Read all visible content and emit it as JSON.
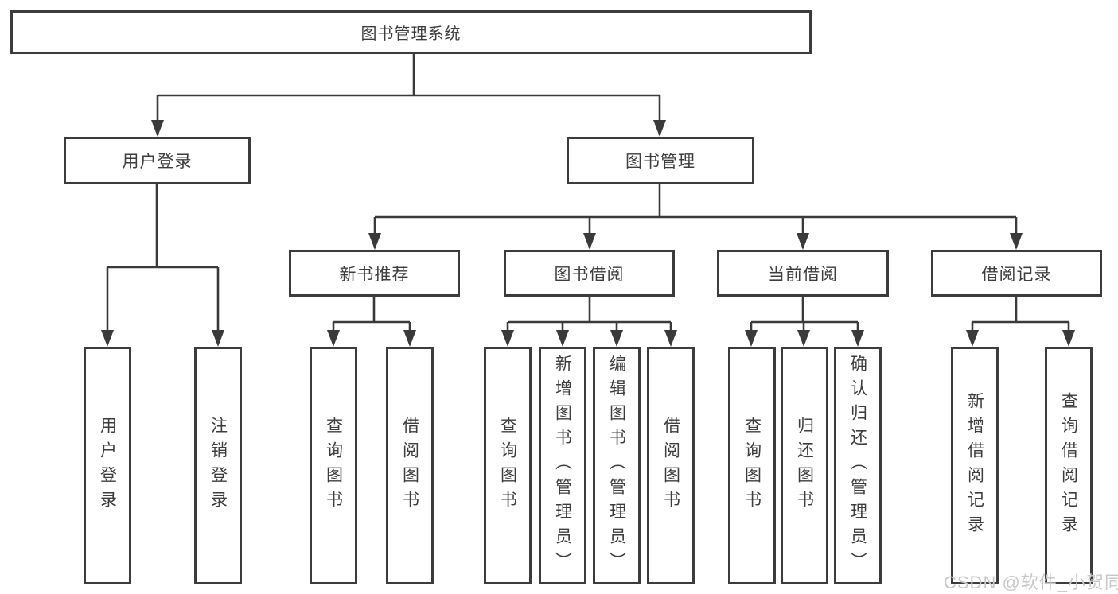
{
  "diagram": {
    "title": "图书管理系统",
    "root": {
      "label": "图书管理系统"
    },
    "level2": [
      {
        "id": "user-login",
        "label": "用户登录"
      },
      {
        "id": "book-management",
        "label": "图书管理"
      }
    ],
    "level3": [
      {
        "id": "new-book-recommend",
        "label": "新书推荐"
      },
      {
        "id": "book-borrow",
        "label": "图书借阅"
      },
      {
        "id": "current-borrow",
        "label": "当前借阅"
      },
      {
        "id": "borrow-record",
        "label": "借阅记录"
      }
    ],
    "leaves": [
      {
        "id": "user-login-leaf",
        "parent": "user-login",
        "label": "用户登录"
      },
      {
        "id": "logout",
        "parent": "user-login",
        "label": "注销登录"
      },
      {
        "id": "query-book-1",
        "parent": "new-book-recommend",
        "label": "查询图书"
      },
      {
        "id": "borrow-book-1",
        "parent": "new-book-recommend",
        "label": "借阅图书"
      },
      {
        "id": "query-book-2",
        "parent": "book-borrow",
        "label": "查询图书"
      },
      {
        "id": "add-book-admin",
        "parent": "book-borrow",
        "label": "新增图书（管理员）"
      },
      {
        "id": "edit-book-admin",
        "parent": "book-borrow",
        "label": "编辑图书（管理员）"
      },
      {
        "id": "borrow-book-2",
        "parent": "book-borrow",
        "label": "借阅图书"
      },
      {
        "id": "query-book-3",
        "parent": "current-borrow",
        "label": "查询图书"
      },
      {
        "id": "return-book",
        "parent": "current-borrow",
        "label": "归还图书"
      },
      {
        "id": "confirm-return-admin",
        "parent": "current-borrow",
        "label": "确认归还（管理员）"
      },
      {
        "id": "add-borrow-record",
        "parent": "borrow-record",
        "label": "新增借阅记录"
      },
      {
        "id": "query-borrow-record",
        "parent": "borrow-record",
        "label": "查询借阅记录"
      }
    ],
    "watermark": "CSDN @软件_小贺同学",
    "colors": {
      "line": "#3a3a3a",
      "text": "#3d3d3d",
      "background": "#ffffff",
      "watermark": "#c8c8c8"
    }
  }
}
